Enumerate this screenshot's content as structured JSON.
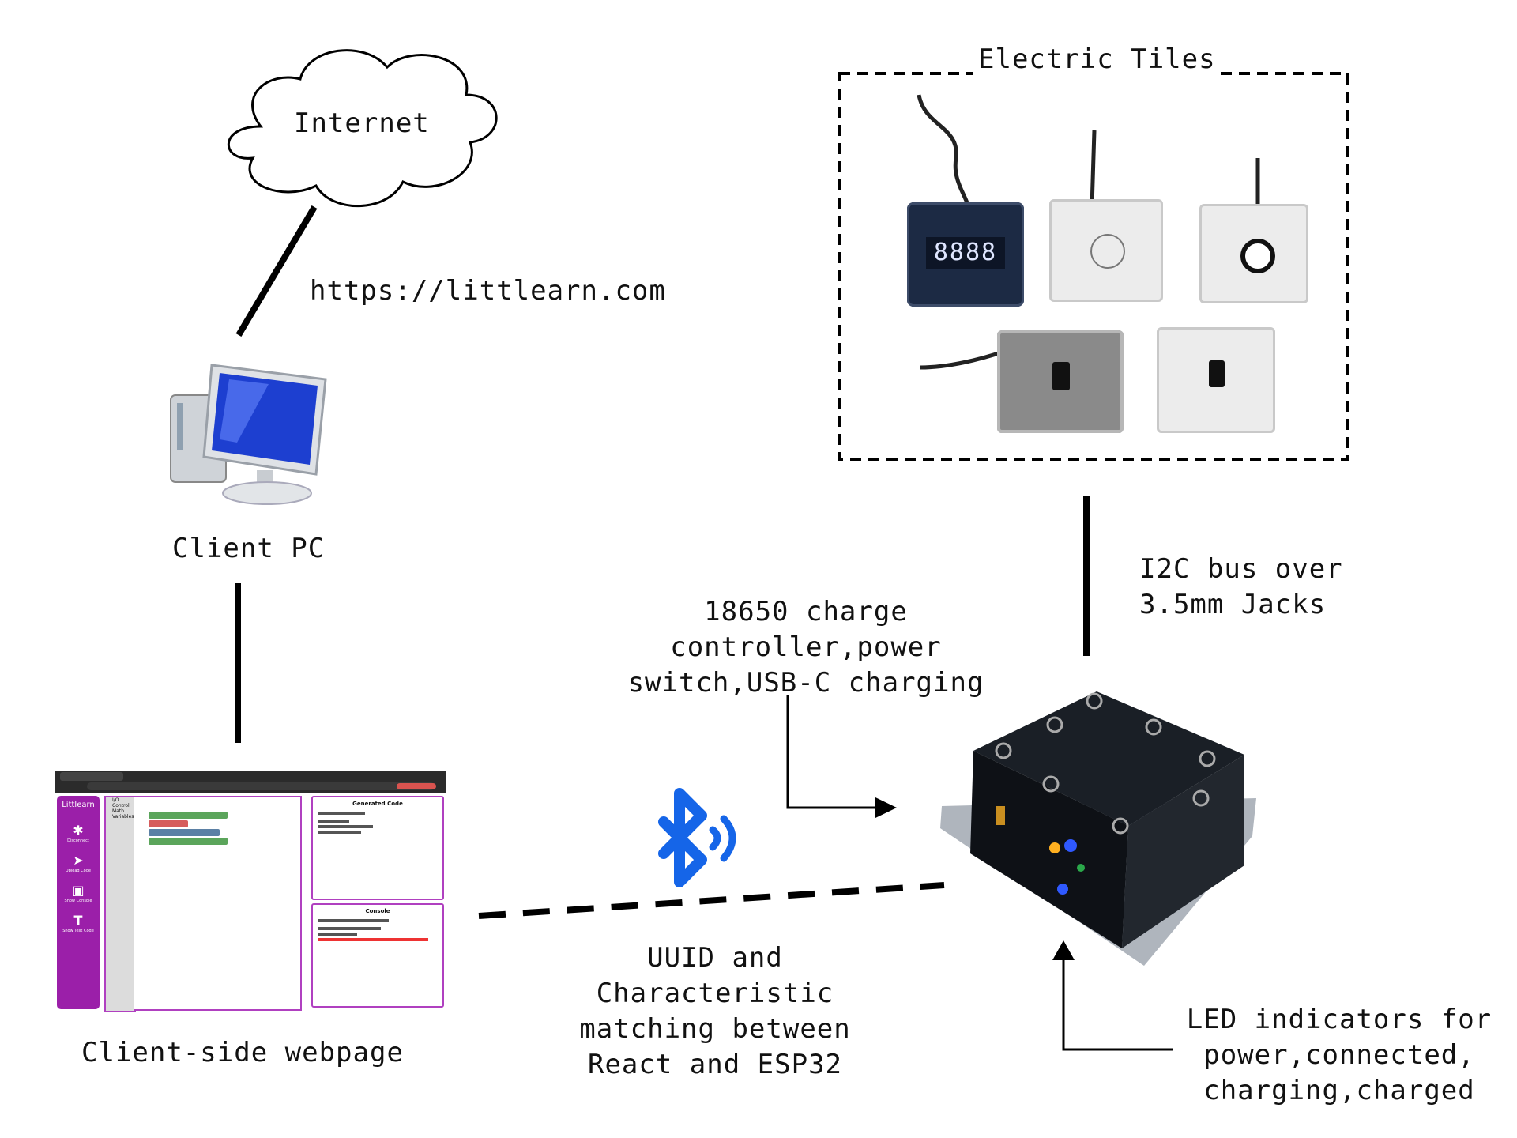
{
  "labels": {
    "internet": "Internet",
    "url": "https://littlearn.com",
    "client_pc": "Client PC",
    "client_webpage": "Client-side webpage",
    "electric_tiles": "Electric Tiles",
    "i2c_line1": "I2C bus over",
    "i2c_line2": "3.5mm Jacks",
    "charge_line1": "18650 charge",
    "charge_line2": "controller,power",
    "charge_line3": "switch,USB-C charging",
    "uuid_line1": "UUID and",
    "uuid_line2": "Characteristic",
    "uuid_line3": "matching between",
    "uuid_line4": "React and ESP32",
    "led_line1": "LED indicators for",
    "led_line2": "power,connected,",
    "led_line3": "charging,charged"
  },
  "webpage": {
    "brand": "Littlearn",
    "sidebar": [
      "Disconnect",
      "Upload Code",
      "Show Console",
      "Show Text Code"
    ],
    "categories": [
      "I/O",
      "Control",
      "Math",
      "Variables"
    ],
    "generated_title": "Generated Code",
    "console_title": "Console"
  },
  "display_digits": "8888",
  "colors": {
    "bluetooth": "#1565e8",
    "sidebar": "#9b1fa9"
  }
}
